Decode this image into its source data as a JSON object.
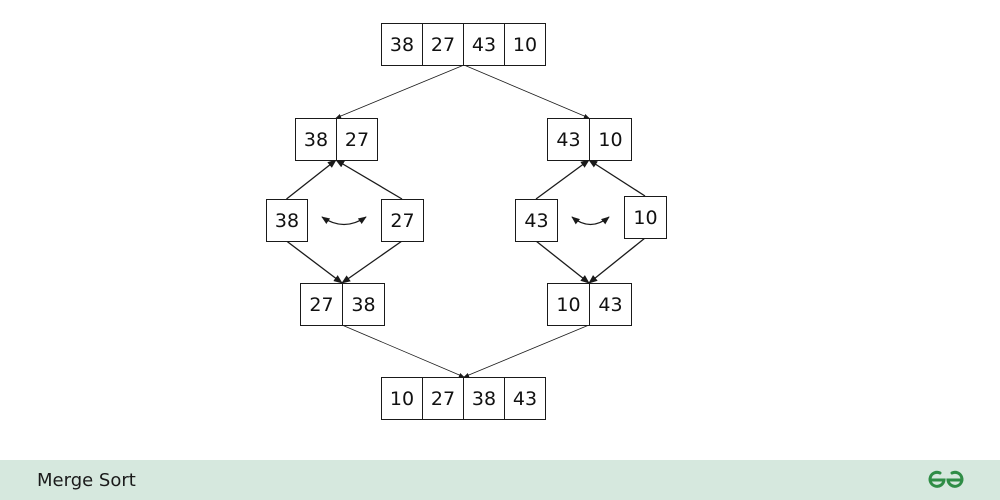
{
  "diagram": {
    "nodes": [
      {
        "id": "root",
        "values": [
          "38",
          "27",
          "43",
          "10"
        ]
      },
      {
        "id": "left-half",
        "values": [
          "38",
          "27"
        ]
      },
      {
        "id": "right-half",
        "values": [
          "43",
          "10"
        ]
      },
      {
        "id": "left-single-a",
        "values": [
          "38"
        ]
      },
      {
        "id": "left-single-b",
        "values": [
          "27"
        ]
      },
      {
        "id": "right-single-a",
        "values": [
          "43"
        ]
      },
      {
        "id": "right-single-b",
        "values": [
          "10"
        ]
      },
      {
        "id": "left-merged",
        "values": [
          "27",
          "38"
        ]
      },
      {
        "id": "right-merged",
        "values": [
          "10",
          "43"
        ]
      },
      {
        "id": "result",
        "values": [
          "10",
          "27",
          "38",
          "43"
        ]
      }
    ],
    "edges": [
      {
        "from": "root",
        "to": "left-half"
      },
      {
        "from": "root",
        "to": "right-half"
      },
      {
        "from": "left-single-a",
        "to": "left-half"
      },
      {
        "from": "left-single-b",
        "to": "left-half"
      },
      {
        "from": "right-single-a",
        "to": "right-half"
      },
      {
        "from": "right-single-b",
        "to": "right-half"
      },
      {
        "from": "left-single-a",
        "to": "left-merged"
      },
      {
        "from": "left-single-b",
        "to": "left-merged"
      },
      {
        "from": "right-single-a",
        "to": "right-merged"
      },
      {
        "from": "right-single-b",
        "to": "right-merged"
      },
      {
        "from": "left-merged",
        "to": "result"
      },
      {
        "from": "right-merged",
        "to": "result"
      }
    ],
    "compare_links": [
      {
        "between": [
          "left-single-a",
          "left-single-b"
        ]
      },
      {
        "between": [
          "right-single-a",
          "right-single-b"
        ]
      }
    ]
  },
  "footer": {
    "title": "Merge Sort",
    "logo_icon": "geeksforgeeks-logo-icon",
    "background": "#d6e8de",
    "logo_color": "#2f8d46"
  }
}
